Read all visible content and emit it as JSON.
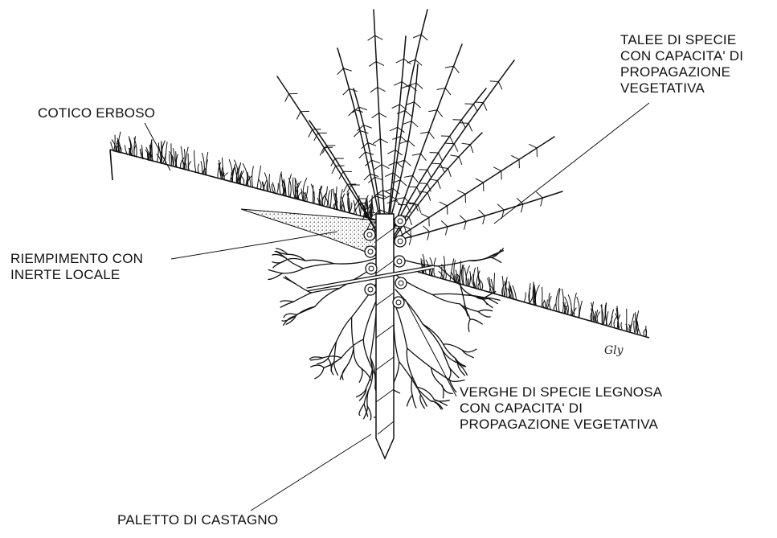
{
  "labels": {
    "cotico": [
      "COTICO ERBOSO"
    ],
    "talee": [
      "TALEE DI SPECIE",
      "CON CAPACITA' DI",
      "PROPAGAZIONE",
      "VEGETATIVA"
    ],
    "riempimento": [
      "RIEMPIMENTO CON",
      "INERTE LOCALE"
    ],
    "verghe": [
      "VERGHE DI SPECIE LEGNOSA",
      "CON CAPACITA' DI",
      "PROPAGAZIONE VEGETATIVA"
    ],
    "paletto": [
      "PALETTO DI CASTAGNO"
    ]
  },
  "signature": "Gly",
  "colors": {
    "ink": "#111111",
    "fill_dots": "#555555",
    "background": "#ffffff"
  }
}
